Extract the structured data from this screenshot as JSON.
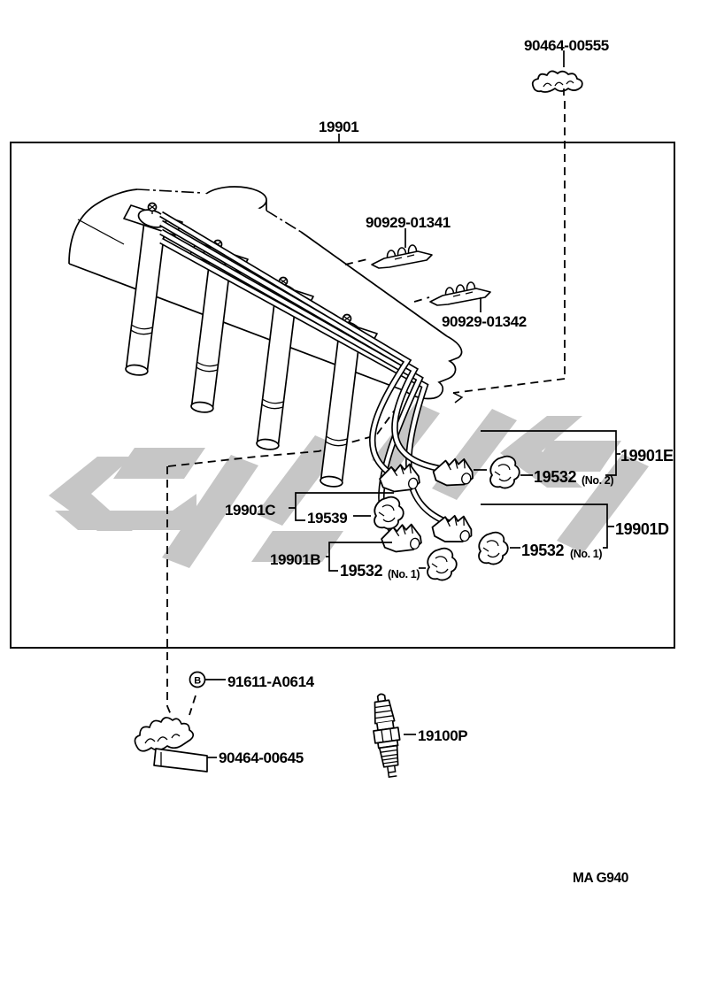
{
  "page": {
    "background": "#ffffff",
    "line_color": "#000000",
    "watermark_color": "#c6c6c6",
    "footer_code": "MA G940"
  },
  "labels": {
    "clamp_top": "90464-00555",
    "harness": "19901",
    "clamp_1341": "90929-01341",
    "clamp_1342": "90929-01342",
    "cord_e": "19901E",
    "grommet_no2": {
      "number": "19532",
      "suffix": "(No. 2)"
    },
    "cord_c": "19901C",
    "grommet_19539": "19539",
    "cord_d": "19901D",
    "grommet_no1_right": {
      "number": "19532",
      "suffix": "(No. 1)"
    },
    "cord_b": "19901B",
    "grommet_no1_left": {
      "number": "19532",
      "suffix": "(No. 1)"
    },
    "bolt_ref": {
      "letter": "B",
      "number": "91611-A0614"
    },
    "clamp_bottom": "90464-00645",
    "spark_plug": "19100P"
  }
}
